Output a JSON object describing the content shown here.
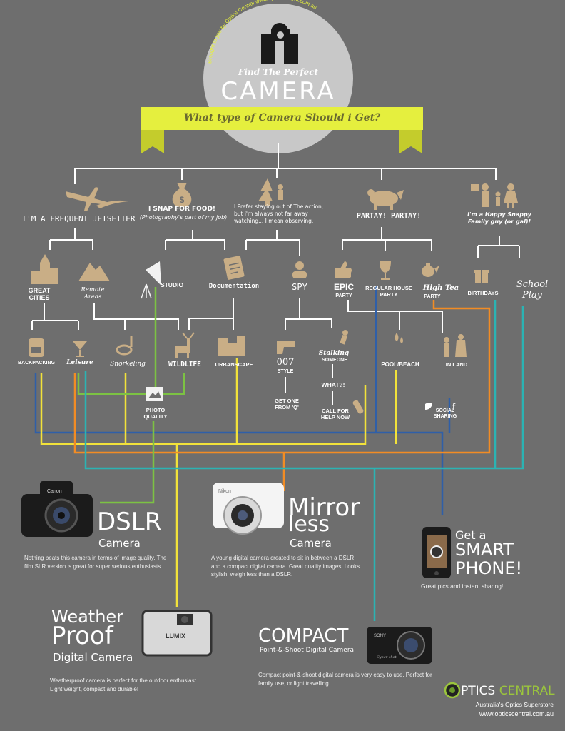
{
  "colors": {
    "background": "#6e6e6e",
    "banner": "#e5ef3e",
    "accent_tan": "#c9ae86",
    "circle": "#c8c8c8",
    "blue": "#2f5fa8",
    "yellow": "#f2e23a",
    "orange": "#f28c24",
    "green": "#7cc243",
    "teal": "#2bb3b3",
    "white": "#ffffff"
  },
  "header": {
    "credit": "Brought to you by Optics Central www.opticscentral.com.au",
    "find": "Find The Perfect",
    "camera": "CAMERA",
    "banner": "What type of Camera Should i Get?"
  },
  "categories": {
    "jetsetter": "I'M A FREQUENT JETSETTER",
    "food_title": "I SNAP FOR FOOD!",
    "food_sub": "(Photography's part of my job)",
    "observer": "I Prefer staying out of The action, but i'm always not far away watching... I mean observing.",
    "partay": "PARTAY! PARTAY!",
    "family": "I'm a Happy Snappy Family guy (or gal)!"
  },
  "nodes": {
    "great_cities": "GREAT CITIES",
    "remote_areas": "Remote Areas",
    "studio": "STUDIO",
    "documentation": "Documentation",
    "spy": "SPY",
    "epic": "EPIC",
    "epic_party": "PARTY",
    "regular_house_party": "REGULAR HOUSE PARTY",
    "high_tea": "High Tea",
    "high_tea_party": "PARTY",
    "birthdays": "BIRTHDAYS",
    "school_play": "School Play",
    "backpacking": "BACKPACKING",
    "leisure": "Leisure",
    "snorkeling": "Snorkeling",
    "wildlife": "WILDLIFE",
    "urbanscape": "URBANSCAPE",
    "style_007": "007",
    "style_label": "STYLE",
    "stalking": "Stalking",
    "someone": "SOMEONE",
    "what": "WHAT?!",
    "call_help": "CALL FOR HELP NOW",
    "get_one": "GET ONE FROM 'Q'",
    "photo_quality": "PHOTO QUALITY",
    "pool_beach": "POOL/BEACH",
    "in_land": "IN LAND",
    "social_sharing": "SOCIAL SHARING"
  },
  "results": {
    "dslr": {
      "title": "DSLR",
      "sub": "Camera",
      "desc": "Nothing beats this camera in terms of image quality. The film SLR version is great for super serious enthusiasts.",
      "brand": "Canon"
    },
    "mirrorless": {
      "title1": "Mirror",
      "title2": "less",
      "sub": "Camera",
      "desc": "A young digital camera created to sit in between a DSLR and a compact digital camera. Great quality images. Looks stylish, weigh less than a DSLR.",
      "brand": "Nikon"
    },
    "smartphone": {
      "pre": "Get a",
      "line1": "SMART",
      "line2": "PHONE!",
      "desc": "Great pics and instant sharing!"
    },
    "weather": {
      "line1": "Weather",
      "line2": "Proof",
      "sub": "Digital Camera",
      "desc": "Weatherproof camera is perfect for the outdoor enthusiast. Light weight, compact and durable!",
      "brand": "LUMIX"
    },
    "compact": {
      "title": "COMPACT",
      "sub": "Point-&-Shoot Digital Camera",
      "desc": "Compact point-&-shoot digital camera is very easy to use. Perfect for family use, or light travelling.",
      "brand": "SONY",
      "model": "Cyber-shot"
    }
  },
  "footer": {
    "brand1": "PTICS",
    "brand2": "CENTRAL",
    "tagline": "Australia's Optics Superstore",
    "url": "www.opticscentral.com.au"
  }
}
